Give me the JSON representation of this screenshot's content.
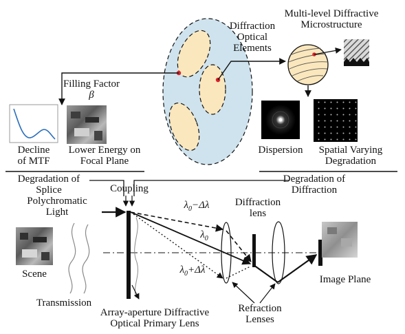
{
  "labels": {
    "diffraction_optical_elements": [
      "Diffraction",
      "Optical",
      "Elements"
    ],
    "multilevel_microstructure": [
      "Multi-level Diffractive",
      "Microstructure"
    ],
    "filling_factor": "Filling Factor",
    "filling_factor_symbol": "β",
    "decline_mtf": [
      "Decline",
      "of MTF"
    ],
    "lower_energy": [
      "Lower Energy on",
      "Focal Plane"
    ],
    "dispersion": "Dispersion",
    "spatial_varying": [
      "Spatial Varying",
      "Degradation"
    ],
    "degradation_splice": [
      "Degradation of",
      "Splice"
    ],
    "polychromatic_light": [
      "Polychromatic",
      "Light"
    ],
    "coupling": "Coupling",
    "degradation_diffraction": [
      "Degradation of",
      "Diffraction"
    ],
    "wavelength_minus": "λ0−Δλ",
    "wavelength_center": "λ0",
    "wavelength_plus": "λ0+Δλ",
    "diffraction_lens": [
      "Diffraction",
      "lens"
    ],
    "scene": "Scene",
    "transmission": "Transmission",
    "primary_lens": [
      "Array-aperture Diffractive",
      "Optical Primary Lens"
    ],
    "refraction_lenses": [
      "Refraction",
      "Lenses"
    ],
    "image_plane": "Image Plane"
  },
  "colors": {
    "ellipse_fill": "#cfe3ee",
    "sub_aperture_fill": "#fbe7bd",
    "marker_red": "#d9232b",
    "line": "#111111",
    "mtf_curve": "#2a6ebb"
  }
}
